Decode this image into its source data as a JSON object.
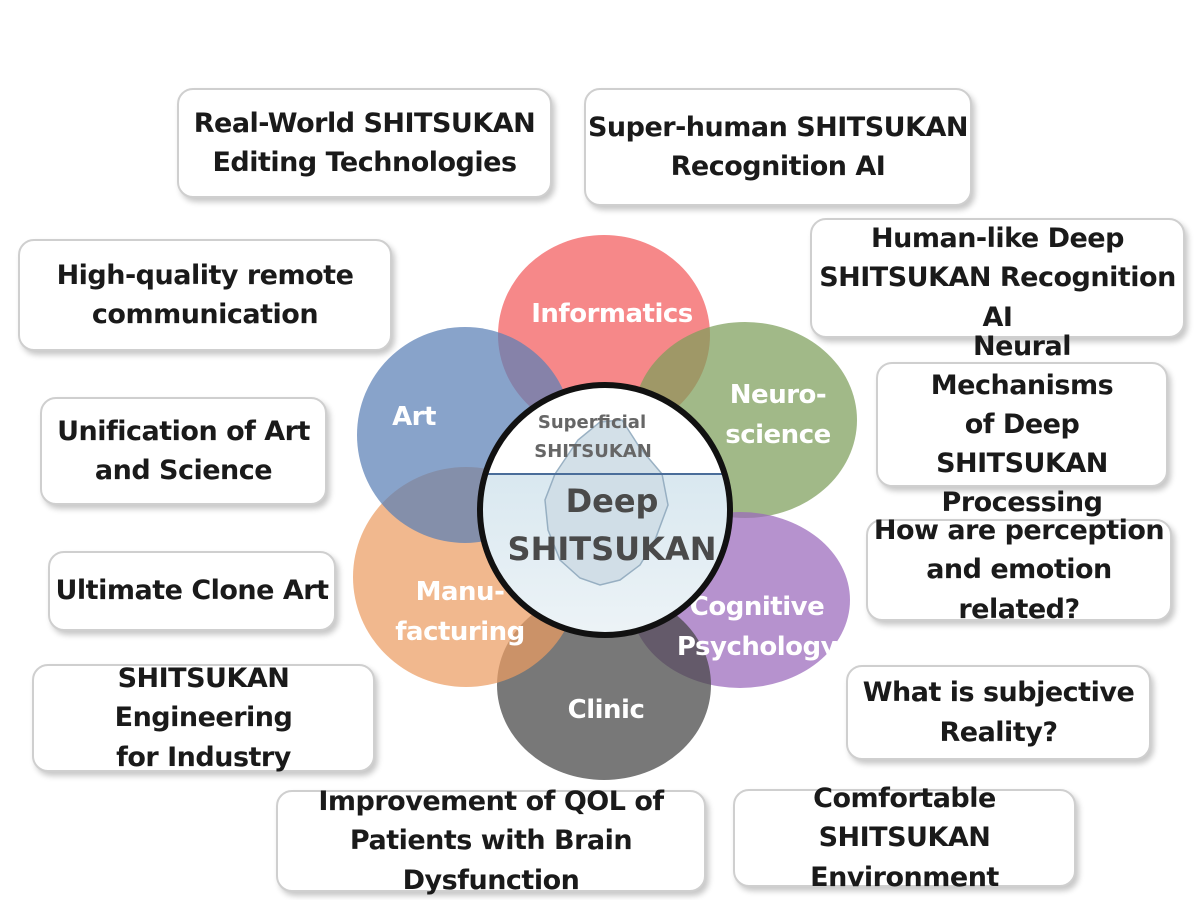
{
  "petals": [
    {
      "id": "informatics",
      "lines": [
        "Informatics"
      ],
      "color": "#f25a5c"
    },
    {
      "id": "neuroscience",
      "lines": [
        "Neuro-",
        "science"
      ],
      "color": "#7d9e5a"
    },
    {
      "id": "cognitive-psychology",
      "lines": [
        "Cognitive",
        "Psychology"
      ],
      "color": "#9a68bb"
    },
    {
      "id": "clinic",
      "lines": [
        "Clinic"
      ],
      "color": "#444444"
    },
    {
      "id": "manufacturing",
      "lines": [
        "Manu-",
        "facturing"
      ],
      "color": "#ec9d63"
    },
    {
      "id": "art",
      "lines": [
        "Art"
      ],
      "color": "#5a7fb5"
    }
  ],
  "center": {
    "top_lines": [
      "Superficial",
      "SHITSUKAN"
    ],
    "bottom_lines": [
      "Deep",
      "SHITSUKAN"
    ]
  },
  "boxes": [
    {
      "id": "real-world",
      "text": "Real-World SHITSUKAN\nEditing Technologies"
    },
    {
      "id": "super-human",
      "text": "Super-human SHITSUKAN\nRecognition AI"
    },
    {
      "id": "human-like",
      "text": "Human-like Deep\nSHITSUKAN Recognition AI"
    },
    {
      "id": "neural-mechanisms",
      "text": "Neural Mechanisms\nof Deep SHITSUKAN\nProcessing"
    },
    {
      "id": "perception-emotion",
      "text": "How are perception\nand emotion related?"
    },
    {
      "id": "subjective-reality",
      "text": "What is subjective\nReality?"
    },
    {
      "id": "comfortable",
      "text": "Comfortable SHITSUKAN\nEnvironment"
    },
    {
      "id": "qol",
      "text": "Improvement of QOL of\nPatients with Brain Dysfunction"
    },
    {
      "id": "engineering",
      "text": "SHITSUKAN Engineering\nfor Industry"
    },
    {
      "id": "clone-art",
      "text": "Ultimate Clone Art"
    },
    {
      "id": "art-science",
      "text": "Unification of Art\nand Science"
    },
    {
      "id": "remote-comm",
      "text": "High-quality remote\ncommunication"
    }
  ]
}
